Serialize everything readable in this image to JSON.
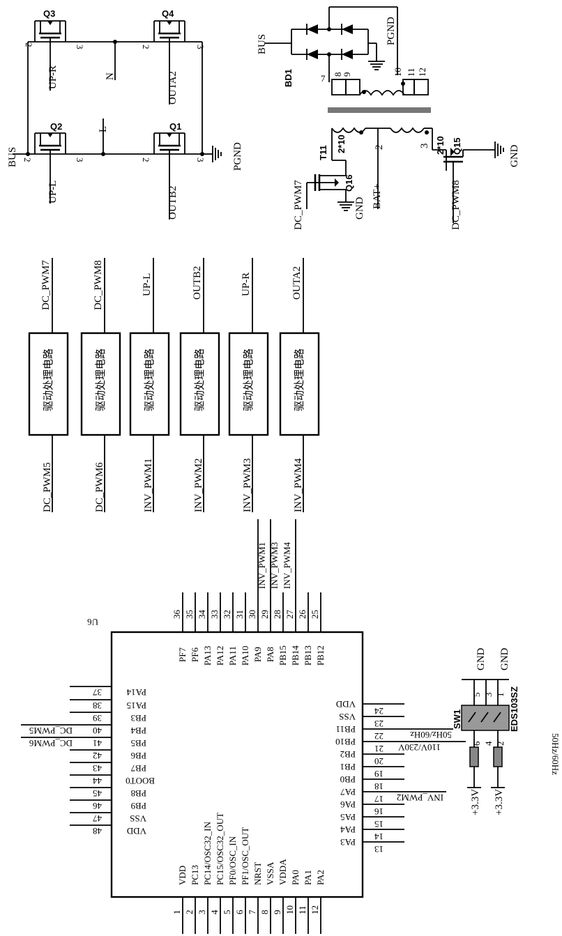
{
  "bridge": {
    "transistors": [
      "Q3",
      "Q4",
      "Q2",
      "Q1"
    ],
    "pin2": "2",
    "pin3": "3",
    "bus": "BUS",
    "pgnd": "PGND",
    "node_n": "N",
    "node_l": "L",
    "gates": [
      "UP-R",
      "OUTA2",
      "UP-L",
      "OUTB2"
    ]
  },
  "dcdc": {
    "bus": "BUS",
    "pgnd": "PGND",
    "bd": "BD1",
    "t_pins": [
      "7",
      "8",
      "9",
      "10",
      "11",
      "12"
    ],
    "t11": "T11",
    "ratio": "2*10",
    "sec_pins": [
      "2",
      "3"
    ],
    "q16": "Q16",
    "q15": "Q15",
    "gnd": "GND",
    "bat": "BAT+",
    "pwm7": "DC_PWM7",
    "pwm8": "DC_PWM8"
  },
  "drivers": {
    "box_label": "驱动处理电路",
    "outputs": [
      "DC_PWM7",
      "DC_PWM8",
      "UP-L",
      "OUTB2",
      "UP-R",
      "OUTA2"
    ],
    "inputs": [
      "DC_PWM5",
      "DC_PWM6",
      "INV_PWM1",
      "INV_PWM2",
      "INV_PWM3",
      "INV_PWM4"
    ]
  },
  "mcu": {
    "label": "U6",
    "top_nums": [
      "36",
      "35",
      "34",
      "33",
      "32",
      "31",
      "30",
      "29",
      "28",
      "27",
      "26",
      "25"
    ],
    "top_names": [
      "PF7",
      "PF6",
      "PA13",
      "PA12",
      "PA11",
      "PA10",
      "PA9",
      "PA8",
      "PB15",
      "PB14",
      "PB13",
      "PB12"
    ],
    "top_nets": [
      "INV_PWM1",
      "INV_PWM3",
      "INV_PWM4"
    ],
    "bot_nums": [
      "1",
      "2",
      "3",
      "4",
      "5",
      "6",
      "7",
      "8",
      "9",
      "10",
      "11",
      "12"
    ],
    "bot_names": [
      "VDD",
      "PC13",
      "PC14/OSC32_IN",
      "PC15/OSC32_OUT",
      "PF0/OSC_IN",
      "PF1/OSC_OUT",
      "NRST",
      "VSSA",
      "VDDA",
      "PA0",
      "PA1",
      "PA2"
    ],
    "left_nums": [
      "37",
      "38",
      "39",
      "40",
      "41",
      "42",
      "43",
      "44",
      "45",
      "46",
      "47",
      "48"
    ],
    "left_names": [
      "PA14",
      "PA15",
      "PB3",
      "PB4",
      "PB5",
      "PB6",
      "PB7",
      "BOOT0",
      "PB8",
      "PB9",
      "VSS",
      "VDD"
    ],
    "left_nets": [
      "DC_PWM5",
      "DC_PWM6"
    ],
    "right_nums": [
      "24",
      "23",
      "22",
      "21",
      "20",
      "19",
      "18",
      "17",
      "16",
      "15",
      "14",
      "13"
    ],
    "right_names": [
      "VDD",
      "VSS",
      "PB11",
      "PB10",
      "PB2",
      "PB1",
      "PB0",
      "PA7",
      "PA6",
      "PA5",
      "PA4",
      "PA3"
    ],
    "right_nets": [
      "50Hz/60Hz",
      "110V/230V",
      "INV_PWM2"
    ]
  },
  "switch": {
    "name": "SW1",
    "part": "EDS103SZ",
    "gnd": "GND",
    "v33": "+3.3V",
    "freq": "50Hz/60Hz",
    "pins_top": [
      "5",
      "3",
      "1"
    ],
    "pins_bot": [
      "6",
      "4",
      "2"
    ]
  }
}
